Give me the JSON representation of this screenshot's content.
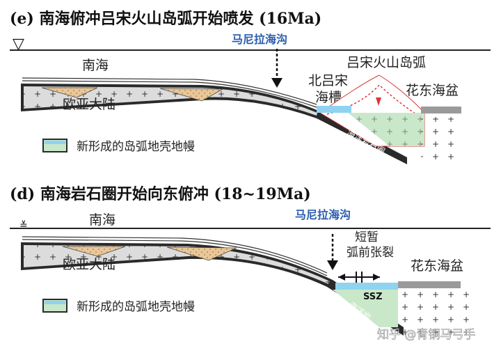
{
  "panel_e": {
    "title": "(e) 南海俯冲吕宋火山岛弧开始喷发 (16Ma)",
    "sea_level_symbol": "▽",
    "trench": "马尼拉海沟",
    "south_sea": "南海",
    "luzon_arc": "吕宋火山岛弧",
    "north_luzon_1": "北吕宋",
    "north_luzon_2": "海槽",
    "huadong_basin": "花东海盆",
    "eurasia": "欧亚大陆",
    "oceanic_litho": "海洋岩石圈",
    "legend": "新形成的岛弧地壳地幔"
  },
  "panel_d": {
    "title": "(d) 南海岩石圈开始向东俯冲 (18~19Ma)",
    "sea_level_symbol": "≚",
    "trench": "马尼拉海沟",
    "south_sea": "南海",
    "short_1": "短暂",
    "short_2": "弧前张裂",
    "huadong_basin": "花东海盆",
    "eurasia": "欧亚大陆",
    "ssz": "SSZ",
    "oceanic_litho": "海洋岩",
    "legend": "新形成的岛弧地壳地幔"
  },
  "watermark": "知乎 @青铜马弓手",
  "colors": {
    "slab": "#2a2a2a",
    "crust": "#dcdcdc",
    "wedge": "#e8c79a",
    "water": "#8fd3f0",
    "arc": "#c9e8c9",
    "trench_text": "#2a5db0"
  }
}
